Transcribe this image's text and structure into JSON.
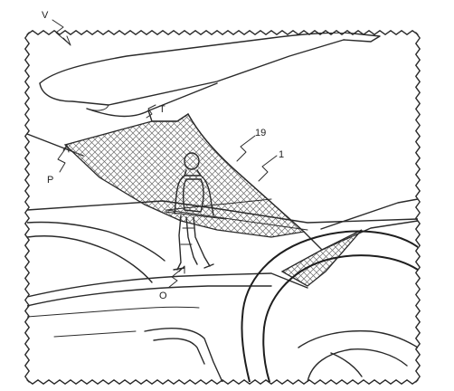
{
  "figure": {
    "labels": {
      "v": "V",
      "t": "T",
      "p": "P",
      "ref_19": "19",
      "ref_1": "1",
      "o": "O"
    },
    "colors": {
      "line": "#2a2a2a",
      "hatch": "#6a6a6a",
      "background": "#ffffff"
    }
  }
}
